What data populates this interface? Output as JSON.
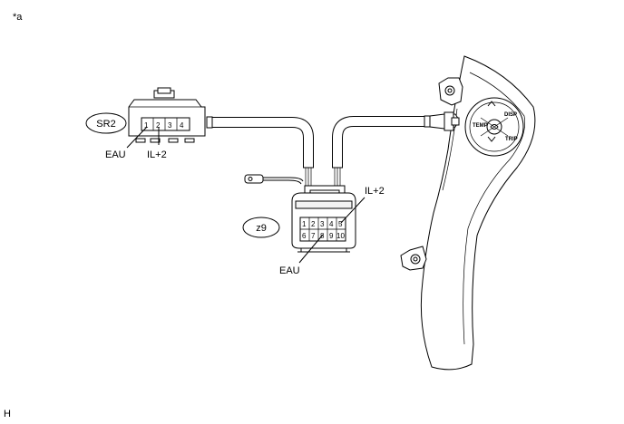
{
  "figure": {
    "corner_label": "*a",
    "footer_label": "H"
  },
  "connectors": {
    "sr2": {
      "name": "SR2",
      "pins": [
        "1",
        "2",
        "3",
        "4"
      ],
      "callouts": {
        "eau": "EAU",
        "il2": "IL+2"
      }
    },
    "z9": {
      "name": "z9",
      "pins_top": [
        "1",
        "2",
        "3",
        "4",
        "5"
      ],
      "pins_bottom": [
        "6",
        "7",
        "8",
        "9",
        "10"
      ],
      "callouts": {
        "eau": "EAU",
        "il2": "IL+2"
      }
    }
  },
  "switch_buttons": {
    "disp": "DISP",
    "temp": "TEMP",
    "trip": "TRIP"
  }
}
